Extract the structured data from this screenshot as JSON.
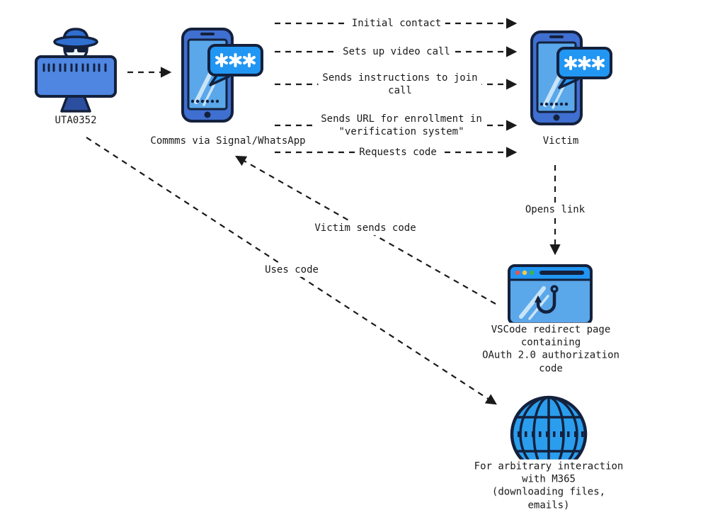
{
  "colors": {
    "icon_blue": "#4e86e2",
    "icon_bright_blue": "#2196f3",
    "icon_light_blue": "#5aa7ea",
    "icon_outline": "#14213d",
    "arrow_color": "#1a1a1a",
    "background": "#ffffff",
    "browser_dot_red": "#e8554d",
    "browser_dot_yellow": "#f7c948",
    "browser_dot_green": "#43b24a"
  },
  "nodes": {
    "attacker": {
      "label": "UTA0352",
      "icon": "hacker-at-monitor-icon"
    },
    "comms_phone": {
      "label": "Commms via Signal/WhatsApp",
      "icon": "phone-chat-icon"
    },
    "victim": {
      "label": "Victim",
      "icon": "phone-chat-icon"
    },
    "redirect_page": {
      "label": "VSCode redirect page containing\nOAuth 2.0 authorization code",
      "icon": "browser-phishing-page-icon"
    },
    "m365": {
      "label": "For arbitrary interaction with M365\n(downloading files, emails)",
      "icon": "globe-icon"
    }
  },
  "edges": {
    "attacker_to_comms": {
      "from": "attacker",
      "to": "comms_phone"
    },
    "initial_contact": {
      "from": "comms_phone",
      "to": "victim",
      "label": "Initial contact"
    },
    "video_call": {
      "from": "comms_phone",
      "to": "victim",
      "label": "Sets up video call"
    },
    "join_instructions": {
      "from": "comms_phone",
      "to": "victim",
      "label": "Sends instructions to join\ncall"
    },
    "enrollment_url": {
      "from": "comms_phone",
      "to": "victim",
      "label": "Sends URL for enrollment in\n\"verification system\""
    },
    "requests_code": {
      "from": "comms_phone",
      "to": "victim",
      "label": "Requests code"
    },
    "opens_link": {
      "from": "victim",
      "to": "redirect_page",
      "label": "Opens link"
    },
    "victim_sends_code": {
      "from": "redirect_page",
      "to": "comms_phone",
      "label": "Victim sends code"
    },
    "uses_code": {
      "from": "attacker",
      "to": "m365",
      "label": "Uses code"
    }
  }
}
